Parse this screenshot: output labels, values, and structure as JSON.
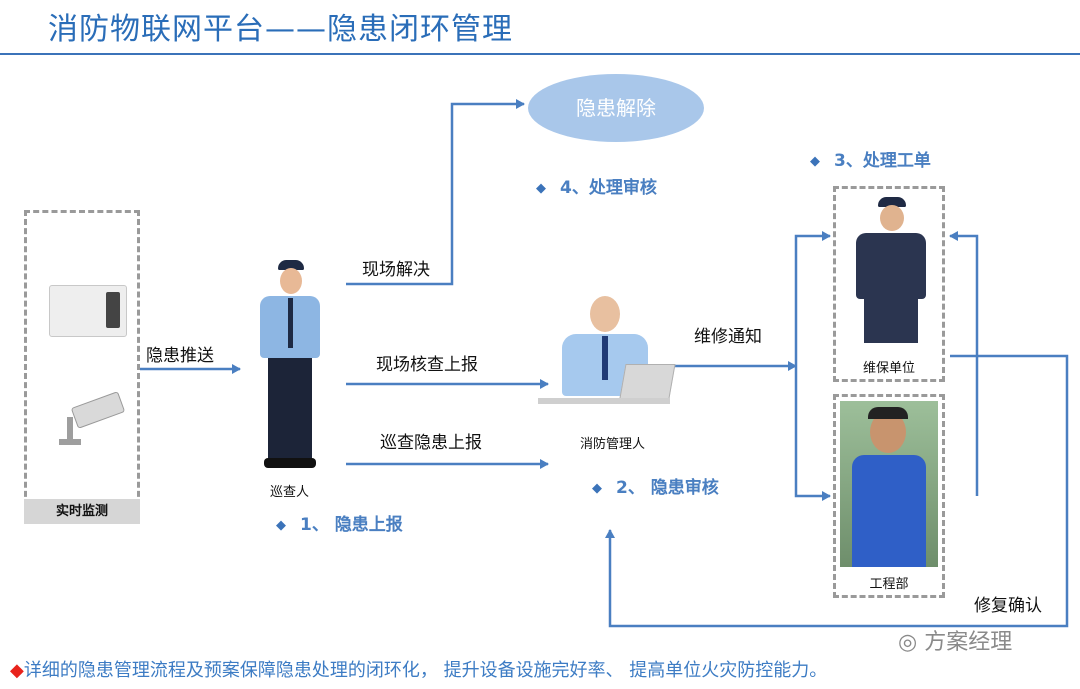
{
  "header": {
    "title": "消防物联网平台——隐患闭环管理"
  },
  "monitor": {
    "footer_label": "实时监测"
  },
  "nodes": {
    "resolved": "隐患解除",
    "inspector": "巡查人",
    "manager": "消防管理人",
    "maintenance_unit": "维保单位",
    "engineering": "工程部"
  },
  "edges": {
    "push": "隐患推送",
    "onsite_resolve": "现场解决",
    "verify_report": "现场核查上报",
    "patrol_report": "巡查隐患上报",
    "repair_notice": "维修通知",
    "repair_confirm": "修复确认"
  },
  "steps": {
    "s1": "1、 隐患上报",
    "s2": "2、 隐患审核",
    "s3": "3、处理工单",
    "s4": "4、处理审核"
  },
  "footer": {
    "note": "详细的隐患管理流程及预案保障隐患处理的闭环化， 提升设备设施完好率、 提高单位火灾防控能力。",
    "watermark": "方案经理"
  },
  "colors": {
    "accent": "#3b73b9",
    "step": "#4a7fc1",
    "ellipse": "#a9c7ea",
    "bullet": "#e8231c"
  }
}
